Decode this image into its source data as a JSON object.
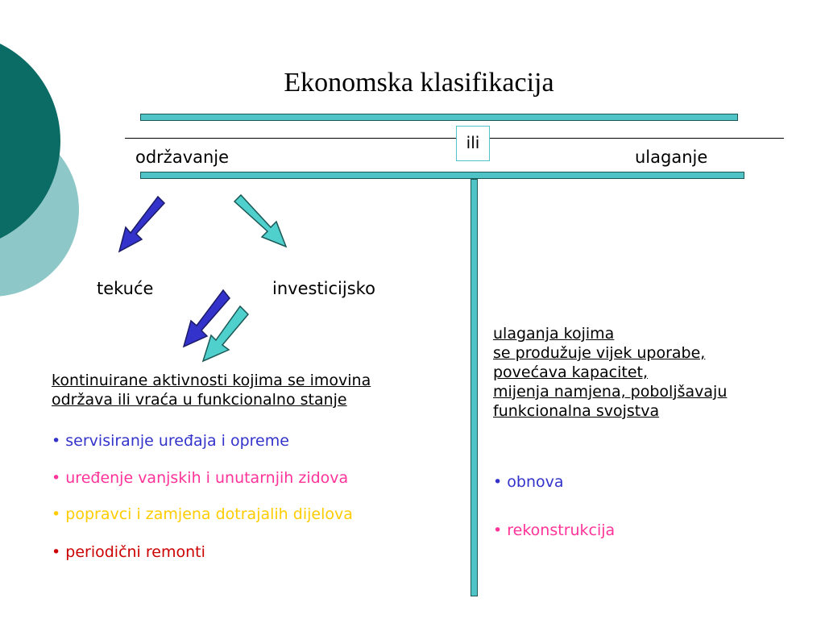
{
  "title": "Ekonomska klasifikacija",
  "divider_label": "ili",
  "left_label": "održavanje",
  "right_label": "ulaganje",
  "left_sub": "tekuće",
  "right_sub": "investicijsko",
  "left_definition": [
    "kontinuirane aktivnosti kojima se imovina",
    "održava ili vraća u funkcionalno stanje"
  ],
  "left_bullets": [
    {
      "bullet": "•",
      "text": "servisiranje uređaja i opreme",
      "color": "#3333cc"
    },
    {
      "bullet": "•",
      "text": "uređenje vanjskih i unutarnjih zidova",
      "color": "#ff3399"
    },
    {
      "bullet": "•",
      "text": "popravci i zamjena dotrajalih dijelova",
      "color": "#ffcc00"
    },
    {
      "bullet": "•",
      "text": "periodični remonti",
      "color": "#cc0000"
    }
  ],
  "right_definition": [
    "ulaganja kojima",
    "se produžuje vijek uporabe,",
    "povećava kapacitet,",
    "mijenja namjena, poboljšavaju",
    "funkcionalna svojstva"
  ],
  "right_bullets": [
    {
      "bullet": "•",
      "text": "obnova",
      "color": "#3333cc"
    },
    {
      "bullet": "•",
      "text": "rekonstrukcija",
      "color": "#ff3399"
    }
  ],
  "colors": {
    "bar_fill": "#4fc3c6",
    "bar_border": "#1b5856",
    "deco_dark": "#0b6b65",
    "deco_light": "#8ec7c8",
    "arrow_blue": "#3333cc",
    "arrow_teal": "#4fd0cc"
  }
}
